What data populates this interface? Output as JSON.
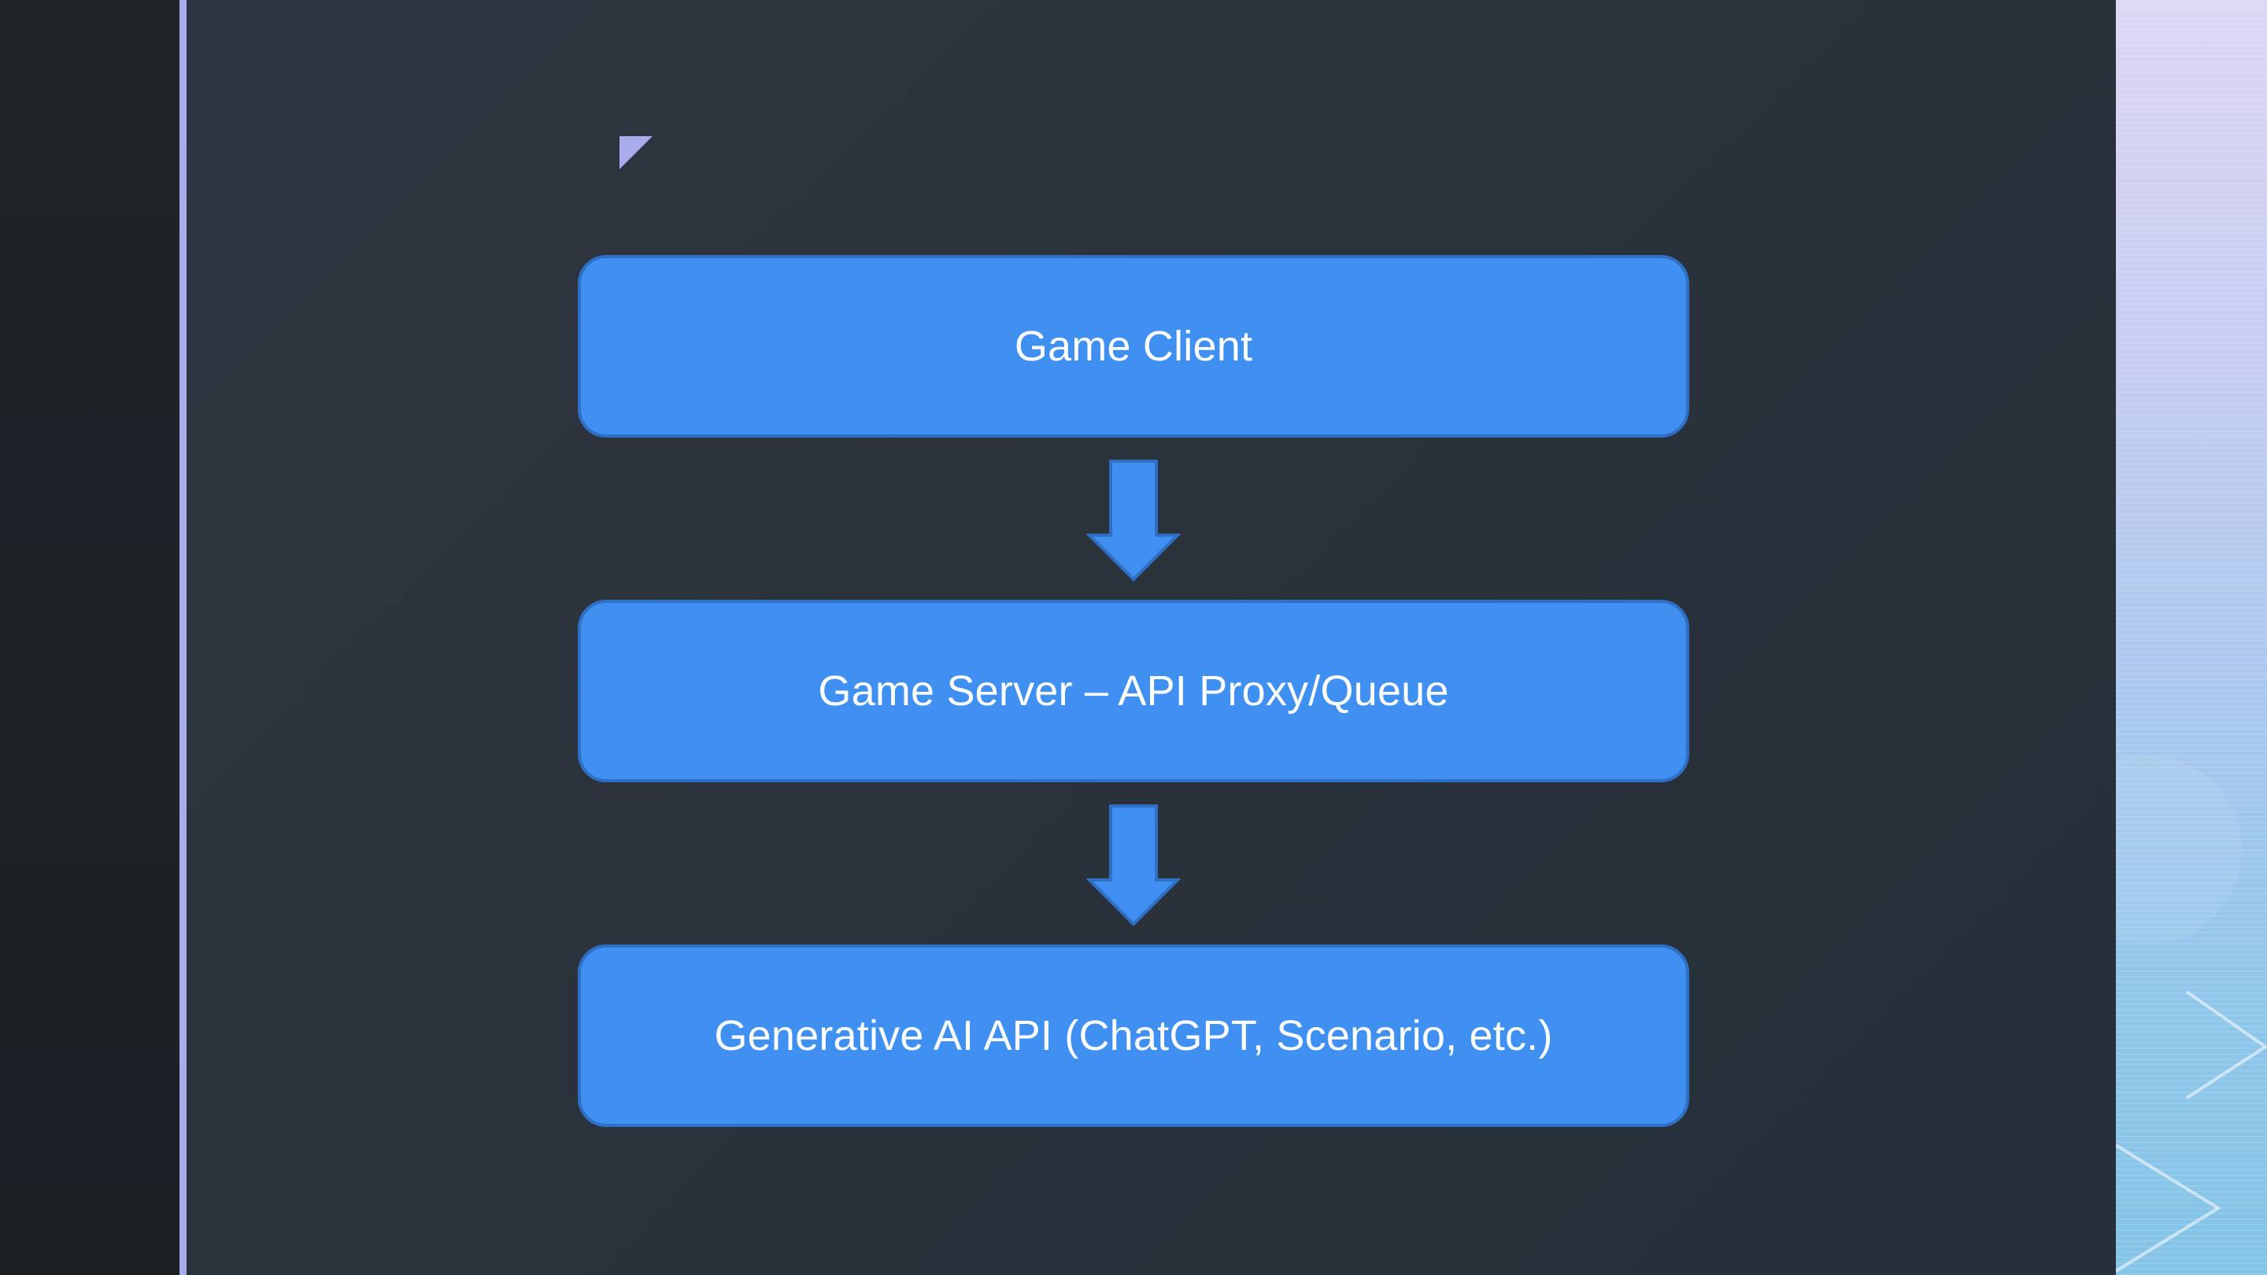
{
  "diagram": {
    "nodes": [
      {
        "label": "Game Client"
      },
      {
        "label": "Game Server – API Proxy/Queue"
      },
      {
        "label": "Generative AI API (ChatGPT, Scenario, etc.)"
      }
    ],
    "edges": [
      {
        "from": 0,
        "to": 1,
        "direction": "down"
      },
      {
        "from": 1,
        "to": 2,
        "direction": "down"
      }
    ]
  },
  "colors": {
    "node_fill": "#4090f2",
    "node_border": "#2f6fc4",
    "background": "#2c333c",
    "accent": "#a9acec"
  }
}
